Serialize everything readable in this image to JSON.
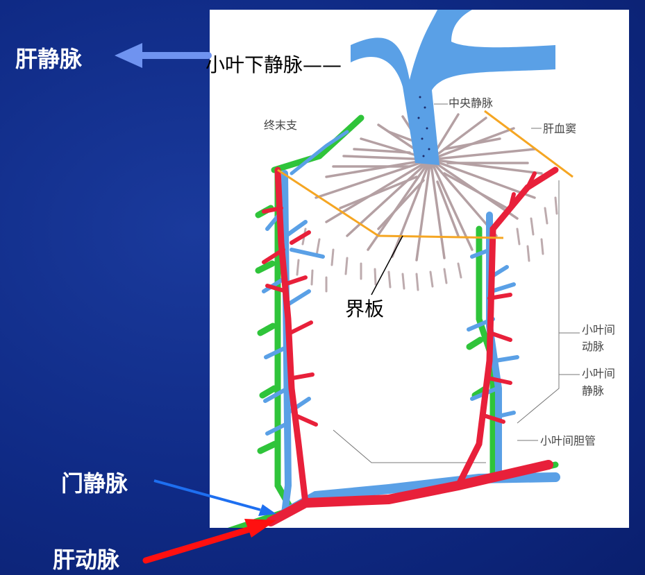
{
  "labels": {
    "hepatic_vein": "肝静脉",
    "sublobular_vein": "小叶下静脉——",
    "central_vein": "中央静脉",
    "terminal_branch": "终末支",
    "hepatic_sinusoid": "肝血窦",
    "limiting_plate": "界板",
    "interlobular_artery_line1": "小叶间",
    "interlobular_artery_line2": "动脉",
    "interlobular_vein_line1": "小叶间",
    "interlobular_vein_line2": "静脉",
    "interlobular_bile_duct": "小叶间胆管",
    "portal_vein": "门静脉",
    "hepatic_artery": "肝动脉"
  },
  "colors": {
    "background": "#0f2a85",
    "vein_blue": "#5aa0e6",
    "artery_red": "#e8203a",
    "bile_green": "#2fc43a",
    "limiting_plate_orange": "#f5a623",
    "arrow_light_blue": "#6f93f0",
    "arrow_blue": "#1e6ff0",
    "arrow_red": "#ff1010"
  }
}
